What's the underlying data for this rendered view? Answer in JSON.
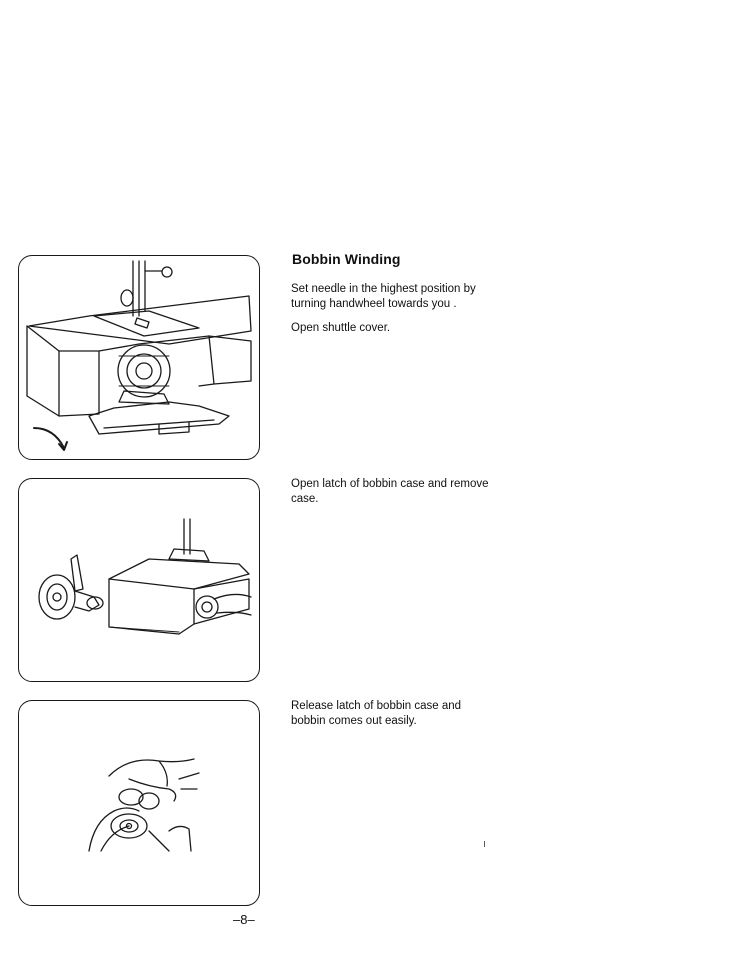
{
  "section": {
    "title": "Bobbin Winding"
  },
  "steps": [
    {
      "text": "Set needle in the highest position by turning  handwheel towards you ."
    },
    {
      "text": "Open shuttle cover."
    },
    {
      "text": "Open latch of bobbin case and remove case."
    },
    {
      "text": "Release latch of bobbin case and bobbin comes out easily."
    }
  ],
  "illustrations": [
    {
      "icon": "sewing-machine-open-shuttle-cover-illustration"
    },
    {
      "icon": "bobbin-case-removal-illustration"
    },
    {
      "icon": "bobbin-release-hands-illustration"
    }
  ],
  "footer": {
    "page_number": "–8–"
  },
  "colors": {
    "ink": "#111111",
    "paper": "#ffffff"
  }
}
